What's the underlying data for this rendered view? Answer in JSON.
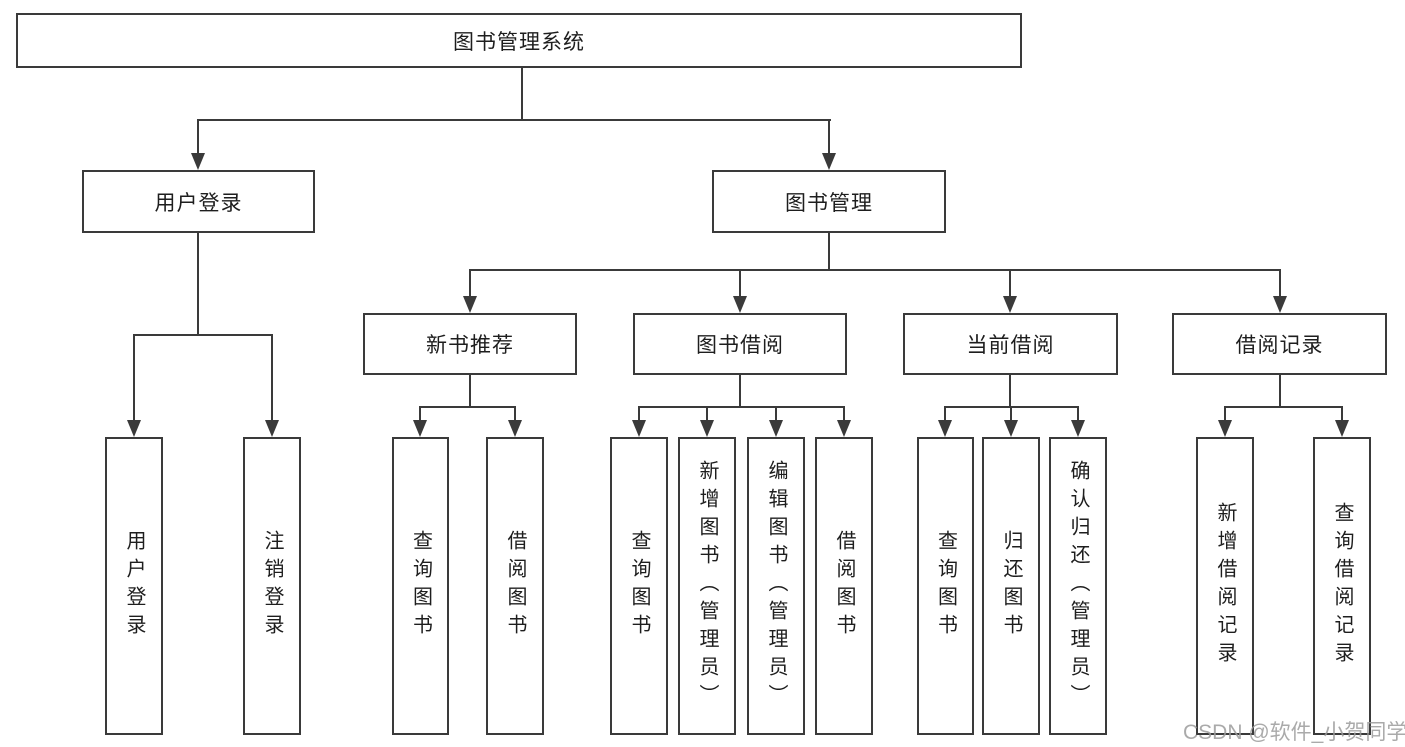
{
  "diagram": {
    "title": "图书管理系统",
    "branches": [
      {
        "label": "用户登录",
        "leaves": [
          "用户登录",
          "注销登录"
        ]
      },
      {
        "label": "图书管理",
        "groups": [
          {
            "label": "新书推荐",
            "leaves": [
              "查询图书",
              "借阅图书"
            ]
          },
          {
            "label": "图书借阅",
            "leaves": [
              "查询图书",
              "新增图书（管理员）",
              "编辑图书（管理员）",
              "借阅图书"
            ]
          },
          {
            "label": "当前借阅",
            "leaves": [
              "查询图书",
              "归还图书",
              "确认归还（管理员）"
            ]
          },
          {
            "label": "借阅记录",
            "leaves": [
              "新增借阅记录",
              "查询借阅记录"
            ]
          }
        ]
      }
    ]
  },
  "colors": {
    "line": "#3a3a3a",
    "text": "#1e1e1e",
    "watermark": "#9c9c9c",
    "background": "#ffffff"
  },
  "watermark": "CSDN @软件_小贺同学"
}
